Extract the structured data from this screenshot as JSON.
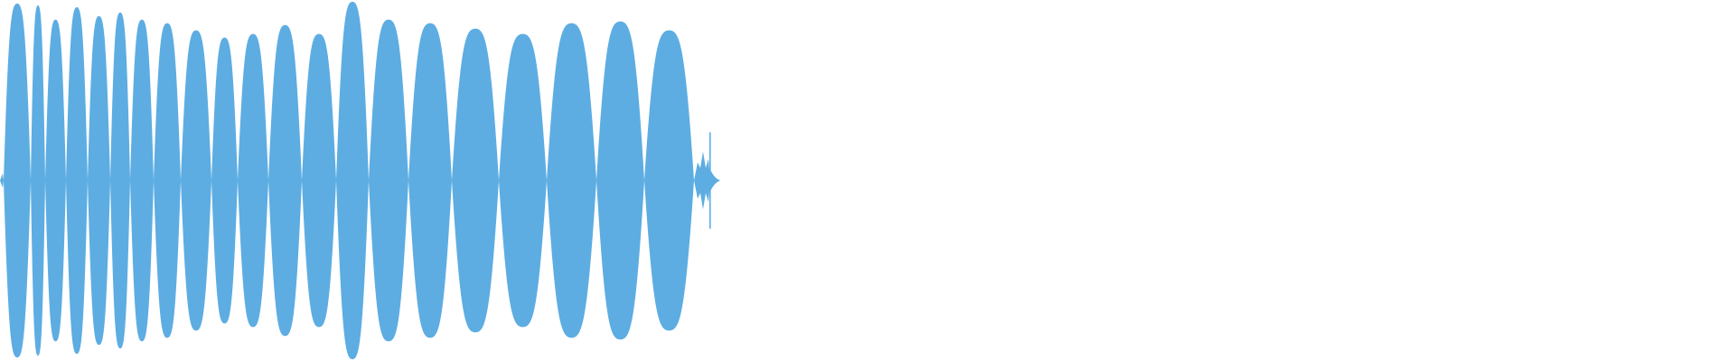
{
  "waveform": {
    "color": "#5dade2",
    "background": "#ffffff",
    "played_fraction": 0,
    "lobes": [
      {
        "peak": 0.99
      },
      {
        "peak": 0.98
      },
      {
        "peak": 0.9
      },
      {
        "peak": 0.97
      },
      {
        "peak": 0.92
      },
      {
        "peak": 0.94
      },
      {
        "peak": 0.9
      },
      {
        "peak": 0.88
      },
      {
        "peak": 0.84
      },
      {
        "peak": 0.8
      },
      {
        "peak": 0.82
      },
      {
        "peak": 0.87
      },
      {
        "peak": 0.82
      },
      {
        "peak": 1.0
      },
      {
        "peak": 0.9
      },
      {
        "peak": 0.88
      },
      {
        "peak": 0.85
      },
      {
        "peak": 0.82
      },
      {
        "peak": 0.88
      },
      {
        "peak": 0.89
      },
      {
        "peak": 0.84
      }
    ],
    "tail_transient": {
      "peak": 0.27
    }
  }
}
